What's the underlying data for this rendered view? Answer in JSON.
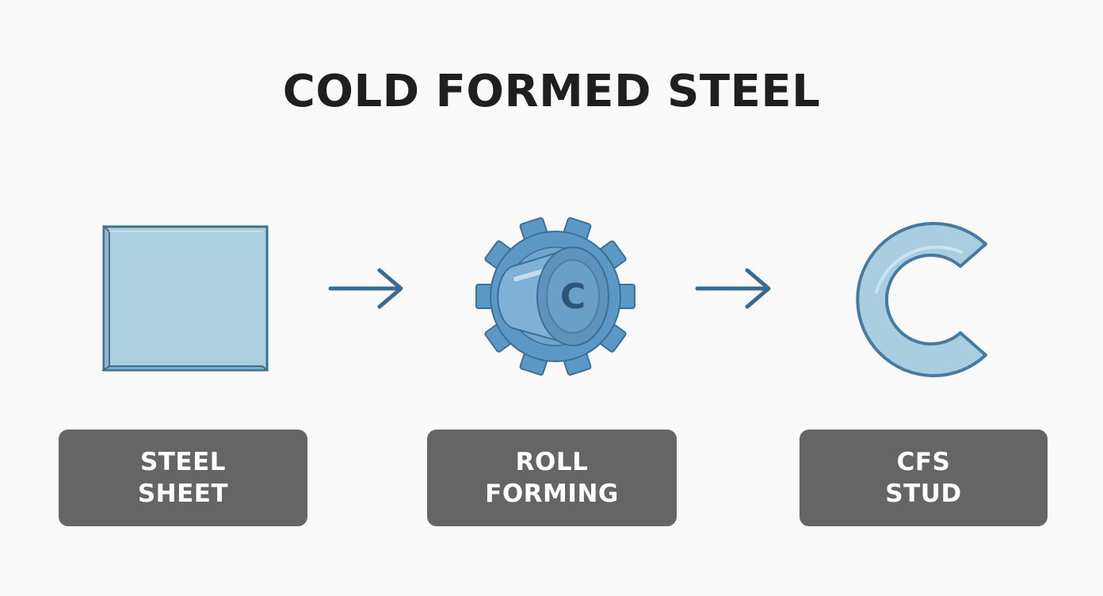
{
  "title": "COLD FORMED STEEL",
  "steps": [
    {
      "line1": "STEEL",
      "line2": "SHEET"
    },
    {
      "line1": "ROLL",
      "line2": "FORMING"
    },
    {
      "line1": "CFS",
      "line2": "STUD"
    }
  ],
  "roller_mark": "C",
  "colors": {
    "background": "#f9f9f9",
    "title": "#1f1f1f",
    "label_box": "#656565",
    "label_text": "#ffffff",
    "steel_fill": "#acd0e0",
    "steel_stroke": "#3f6f91",
    "gear_fill": "#5b98c6",
    "arrow": "#3b6a8c"
  }
}
